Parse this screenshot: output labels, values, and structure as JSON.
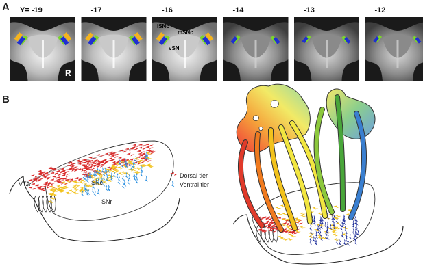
{
  "panel_a": {
    "letter": "A",
    "slices": [
      {
        "label": "Y= -19"
      },
      {
        "label": "-17"
      },
      {
        "label": "-16"
      },
      {
        "label": "-14"
      },
      {
        "label": "-13"
      },
      {
        "label": "-12"
      }
    ],
    "side_marker": "R",
    "region_labels": {
      "lsnc": "lSNc",
      "msnc": "mSNc",
      "vsn": "vSN"
    }
  },
  "panel_b": {
    "letter": "B",
    "labels": {
      "vta": "VTA",
      "snc": "SNc",
      "snr": "SNr"
    },
    "legend": [
      {
        "label": "Dorsal tier",
        "color": "#d92b2b"
      },
      {
        "label": "Ventral tier",
        "color": "#2a8fe0"
      }
    ],
    "arrow_colors": [
      "#e03a2a",
      "#f07a1e",
      "#f2c21c",
      "#f2e640",
      "#8cc83c",
      "#49a63a",
      "#3a7fd0"
    ]
  },
  "colors": {
    "lsnc": "#f5b41e",
    "msnc": "#7ad62a",
    "vsn": "#1f2fd0",
    "dorsal": "#d92b2b",
    "ventral": "#2a8fe0",
    "snc_cells": "#f2c21c"
  }
}
